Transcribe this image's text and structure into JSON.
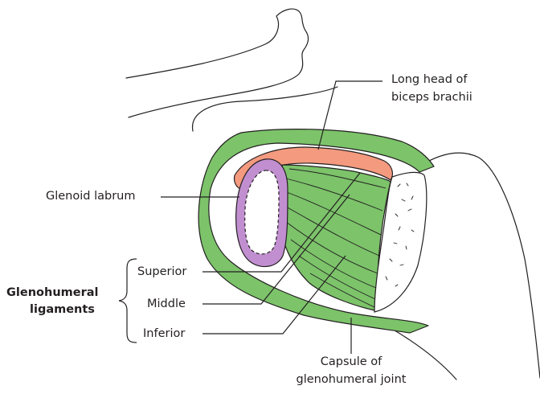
{
  "labels": {
    "biceps_line1": "Long head of",
    "biceps_line2": "biceps brachii",
    "labrum": "Glenoid labrum",
    "superior": "Superior",
    "middle": "Middle",
    "inferior": "Inferior",
    "group_line1": "Glenohumeral",
    "group_line2": "ligaments",
    "capsule_line1": "Capsule of",
    "capsule_line2": "glenohumeral joint"
  },
  "colors": {
    "capsule": "#7cc36a",
    "biceps": "#f39a7f",
    "labrum": "#c18fd0",
    "outline": "#231f20",
    "fossa": "#ffffff"
  }
}
